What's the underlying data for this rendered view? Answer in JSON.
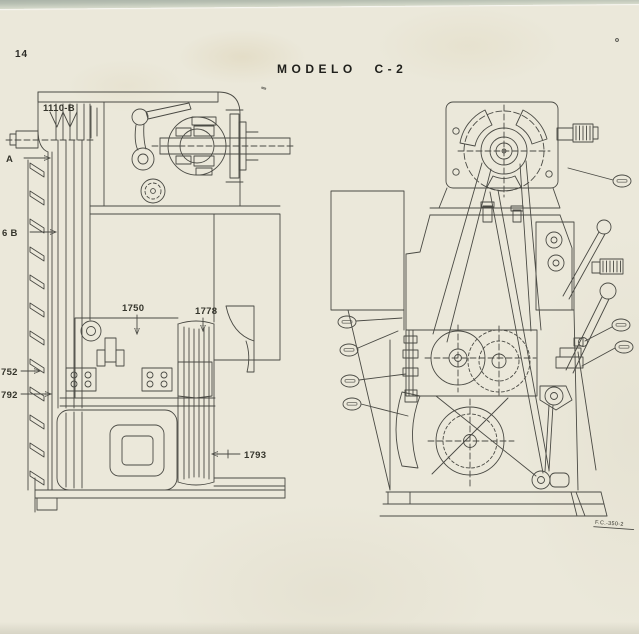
{
  "page": {
    "number": "14",
    "title": "MODELO C-2",
    "footer_code": "F.C.-350-2"
  },
  "left_view_labels": {
    "l1110b": "1110-B",
    "la": "A",
    "lb": "6 B",
    "l1750": "1750",
    "l1778": "1778",
    "l752": "752",
    "l792": "792",
    "l1793": "1793"
  },
  "right_view_callouts": {
    "left": [
      "",
      "",
      "",
      ""
    ],
    "right": [
      "",
      "",
      ""
    ]
  },
  "colors": {
    "paper": "#ebe8da",
    "ink": "#4a4a44",
    "accent_green": "#a8b17c",
    "scan_band": "#b2bab0"
  }
}
